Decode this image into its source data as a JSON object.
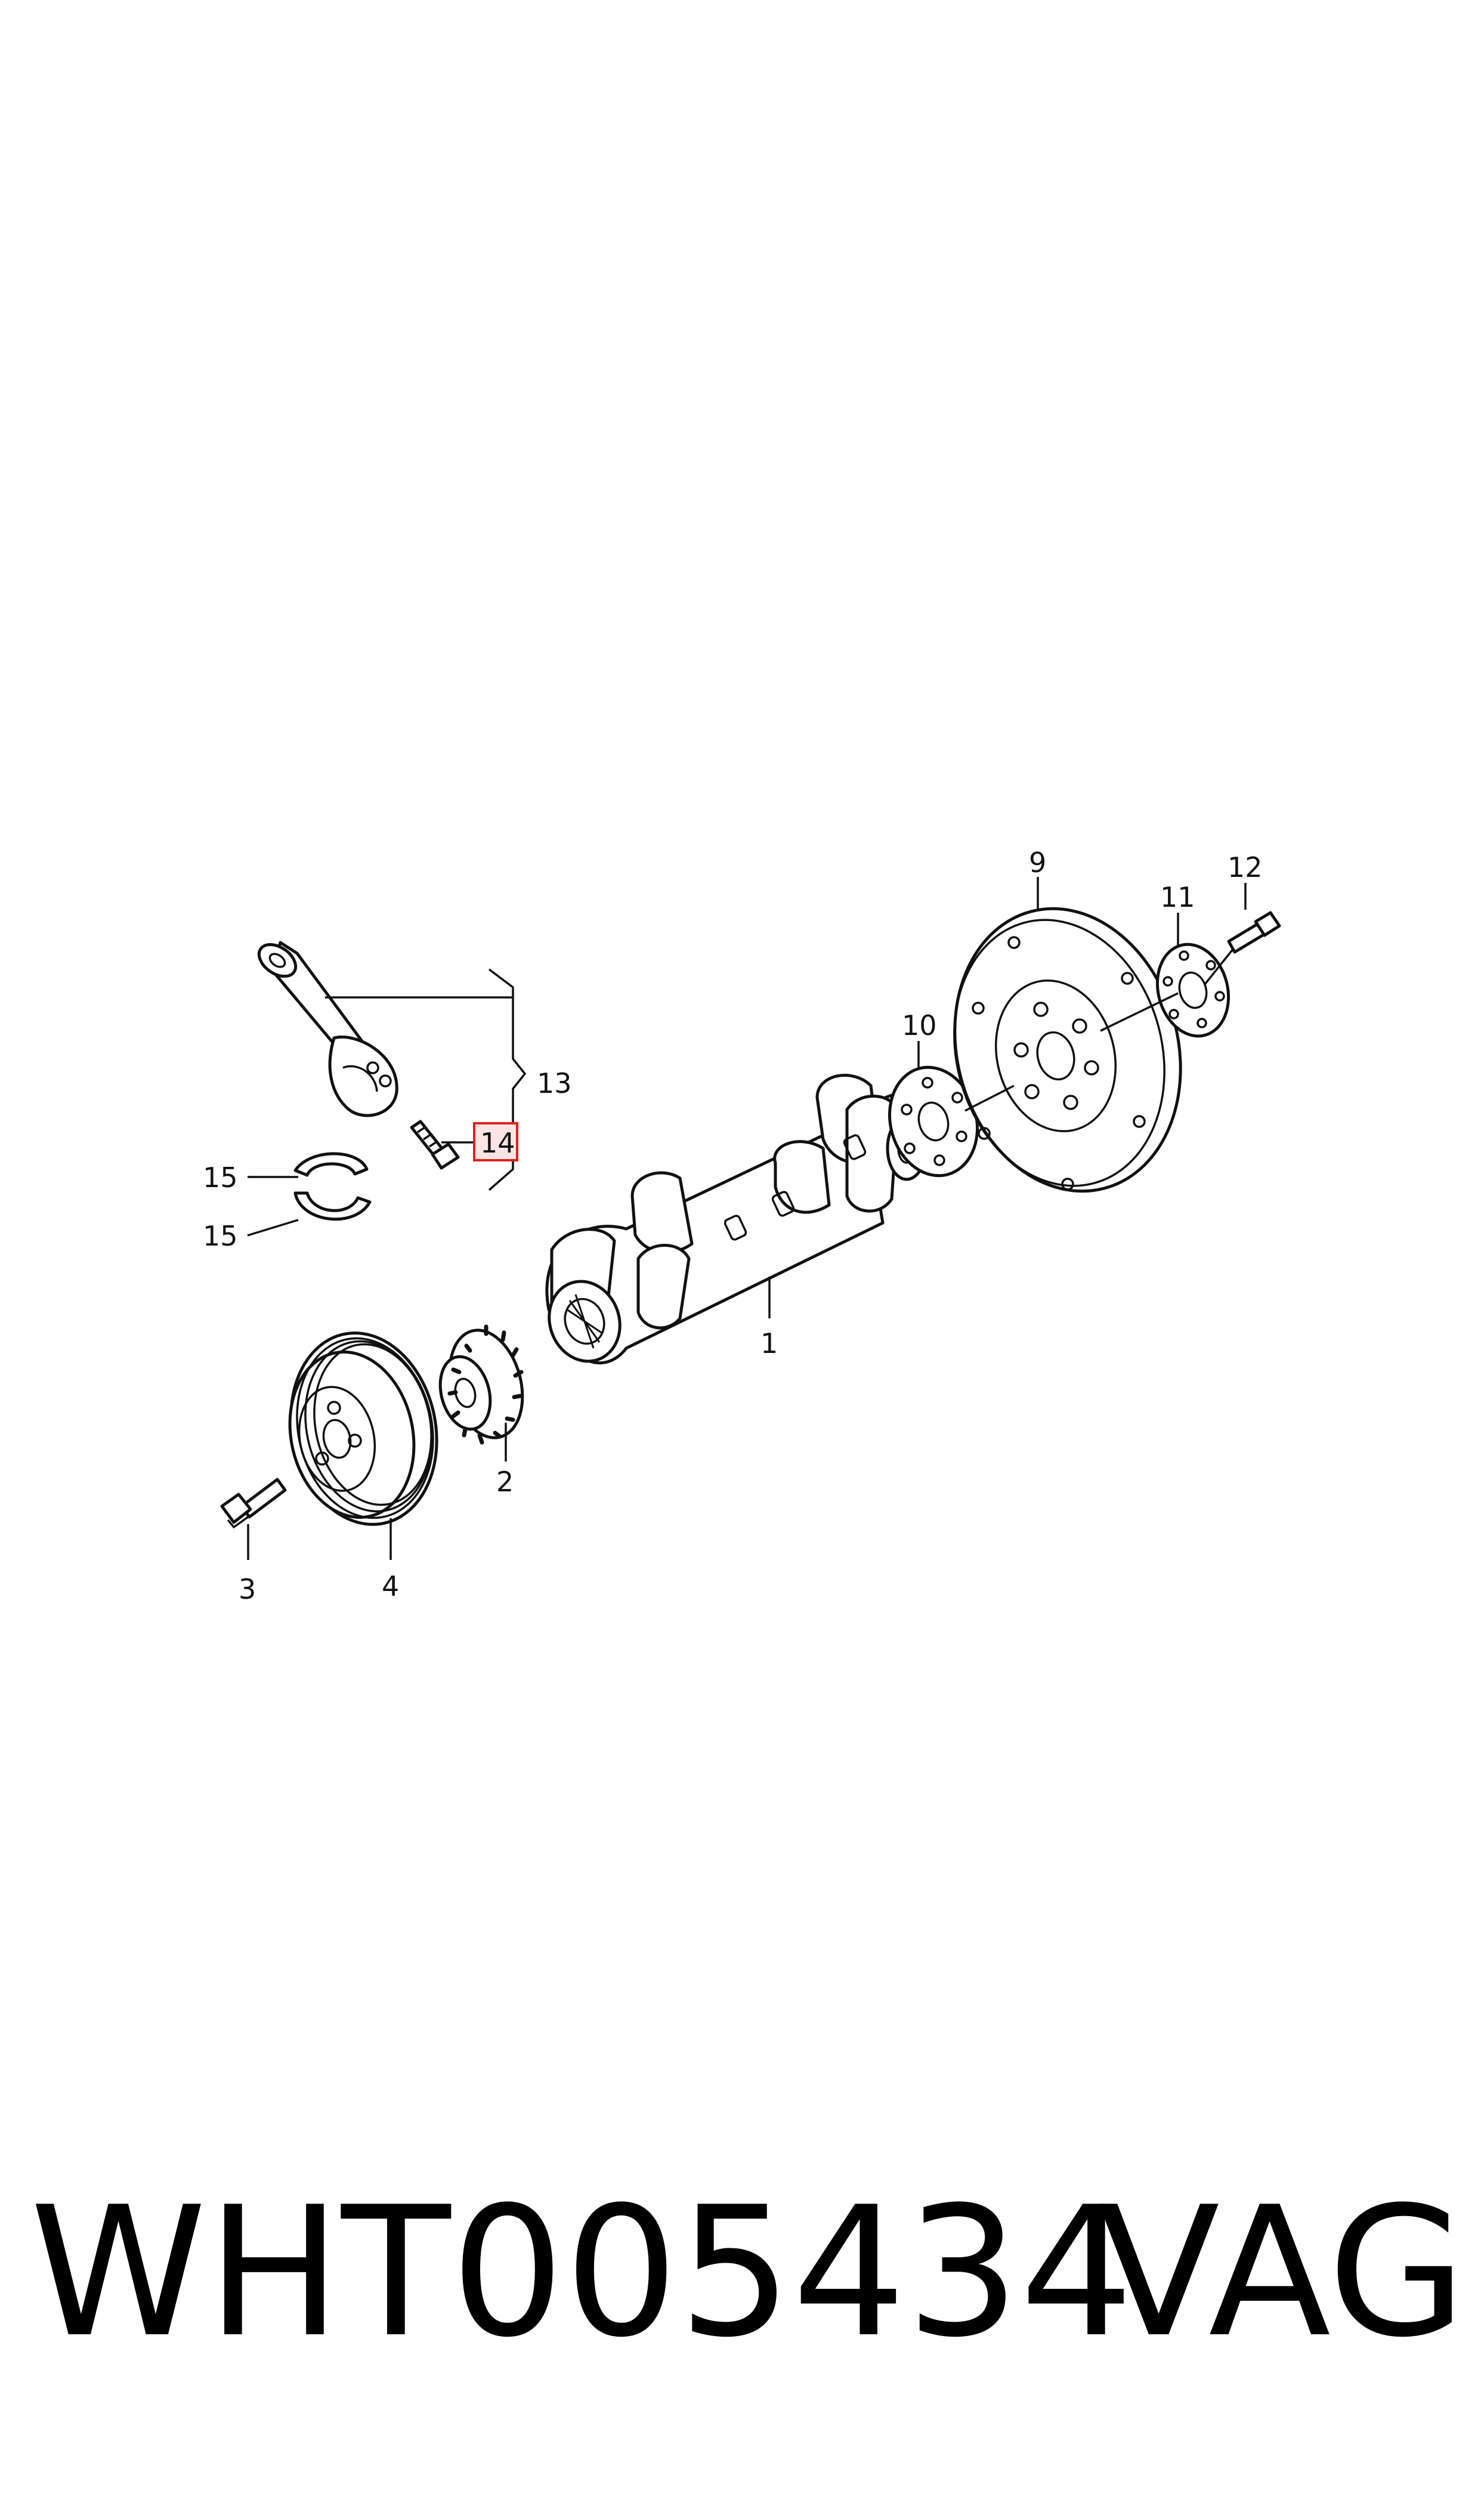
{
  "callouts": {
    "crankshaft": "1",
    "sprocket": "2",
    "pulley_bolt": "3",
    "vibration_damper": "4",
    "flywheel": "9",
    "spacer_plate": "10",
    "washer": "11",
    "flywheel_bolt": "12",
    "connecting_rod_set": "13",
    "rod_bolt": "14",
    "bearing_shell_upper": "15",
    "bearing_shell_lower": "15"
  },
  "highlight": {
    "callout": "14",
    "color": "#e02020"
  },
  "footer": {
    "part_number": "WHT005434",
    "brand": "VAG"
  }
}
